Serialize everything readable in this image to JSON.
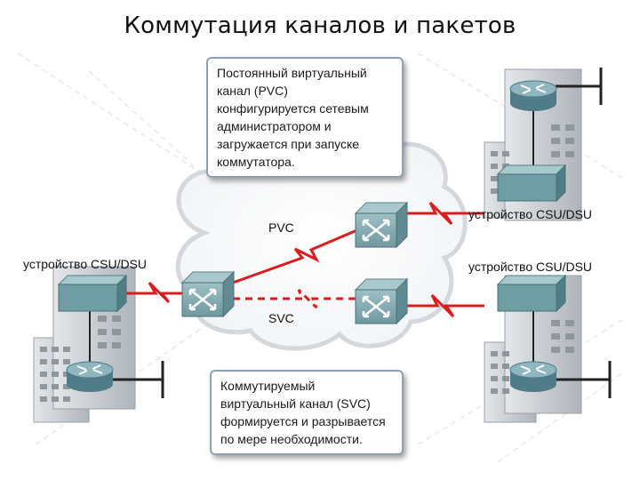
{
  "title": "Коммутация каналов и пакетов",
  "callouts": {
    "pvc": "Постоянный виртуальный\nканал (PVC)\nконфигурируется сетевым\nадминистратором и\nзагружается при запуске\nкоммутатора.",
    "svc": "Коммутируемый\nвиртуальный канал (SVC)\nформируется и разрывается\nпо мере необходимости."
  },
  "cloud": {
    "pvc_label": "PVC",
    "svc_label": "SVC"
  },
  "devices": {
    "left_csu": "устройство CSU/DSU",
    "right_top_csu": "устройство CSU/DSU",
    "right_bottom_csu": "устройство CSU/DSU"
  },
  "colors": {
    "link_red": "#d81e1e",
    "building": "#c9ced3",
    "switch": "#6f9aa0",
    "router": "#6e98a6",
    "csu": "#6e9ea4",
    "callout_border": "#8fa0b8"
  }
}
